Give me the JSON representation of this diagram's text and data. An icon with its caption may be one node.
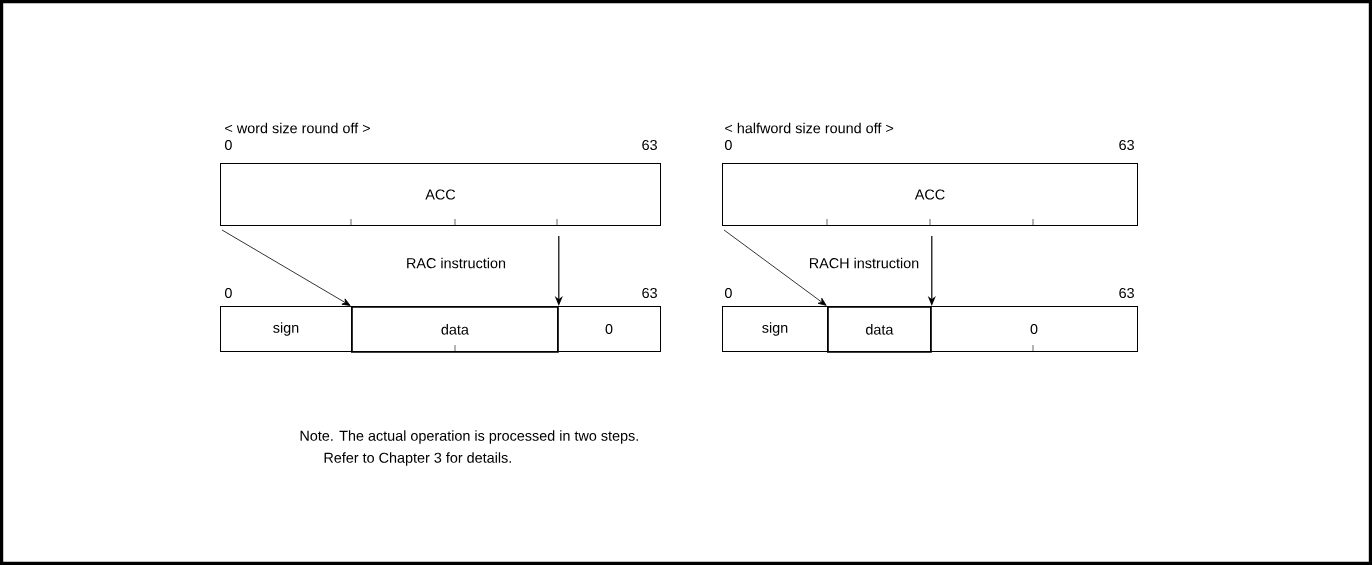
{
  "diagram": {
    "nodes": [
      {
        "text": [
          "ACC"
        ]
      },
      {
        "text": [
          "sign"
        ]
      },
      {
        "text": [
          "data"
        ]
      },
      {
        "text": [
          "0"
        ]
      },
      {
        "text": [
          "ACC"
        ]
      },
      {
        "text": [
          "sign"
        ]
      },
      {
        "text": [
          "data"
        ]
      },
      {
        "text": [
          "0"
        ]
      }
    ],
    "edges": [
      {
        "from": 0,
        "to": 2,
        "arrow": "to"
      },
      {
        "from": 0,
        "to": 2,
        "arrow": "to"
      },
      {
        "from": 4,
        "to": 6,
        "arrow": "to"
      },
      {
        "from": 4,
        "to": 6,
        "arrow": "to"
      }
    ],
    "labels": [
      "< word size round off >",
      "< halfword size round off >",
      "0",
      "63",
      "0",
      "63",
      "RAC instruction",
      "RACH instruction",
      "0",
      "63",
      "0",
      "63",
      "Note. The actual operation is processed in two steps.",
      "Refer to Chapter 3 for details."
    ]
  }
}
